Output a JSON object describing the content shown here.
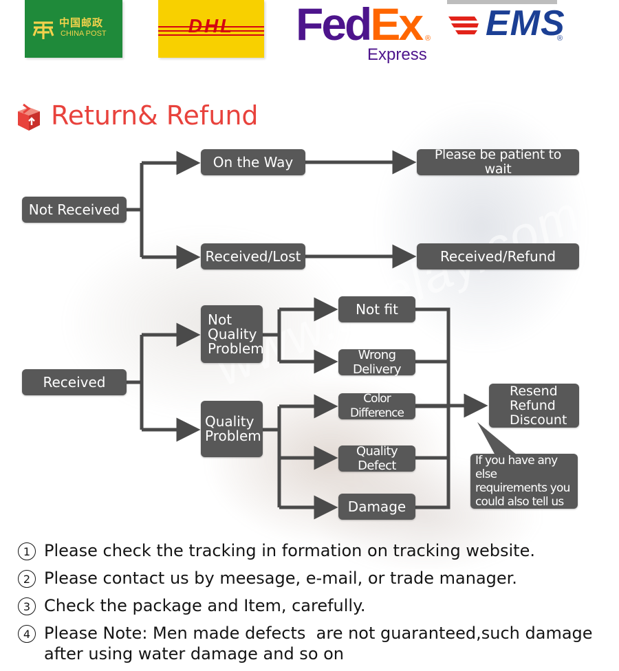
{
  "carriers": {
    "china_post": {
      "chinese": "中国邮政",
      "english": "CHINA POST"
    },
    "dhl": {
      "wordmark": "DHL"
    },
    "fedex": {
      "fed": "Fed",
      "ex": "Ex",
      "reg": "®",
      "express": "Express"
    },
    "ems": {
      "wordmark": "EMS",
      "reg": "®"
    }
  },
  "section": {
    "title": "Return& Refund",
    "icon": "return-box-icon"
  },
  "flow": {
    "not_received": "Not Received",
    "on_the_way": "On the Way",
    "please_wait": "Please be patient to wait",
    "received_lost": "Received/Lost",
    "received_refund": "Received/Refund",
    "received": "Received",
    "not_quality_problem": "Not\nQuality\nProblem",
    "quality_problem": "Quality\nProblem",
    "not_fit": "Not fit",
    "wrong_delivery": "Wrong Delivery",
    "color_difference": "Color Difference",
    "quality_defect": "Quality Defect",
    "damage": "Damage",
    "resend_refund_discount": "Resend\nRefund\nDiscount",
    "requirements_note": "If you have any else\nrequirements you\ncould also tell us"
  },
  "watermark": "www.sitelay.com",
  "notes": [
    {
      "number": "①",
      "text": "Please check the tracking in formation on tracking website."
    },
    {
      "number": "②",
      "text": "Please contact us by meesage, e-mail, or trade manager."
    },
    {
      "number": "③",
      "text": "Check the package and Item, carefully."
    },
    {
      "number": "④",
      "text": "Please Note: Men made defects  are not guaranteed,such damage\nafter using water damage and so on"
    }
  ],
  "colors": {
    "box": "#585858",
    "connector": "#4a4a4a",
    "title": "#e8423c",
    "china_post": "#1f8a3a",
    "dhl_yellow": "#f8d000",
    "dhl_red": "#d40511",
    "fedex_purple": "#4d148c",
    "fedex_orange": "#ff6600",
    "ems_blue": "#1b3f94"
  }
}
